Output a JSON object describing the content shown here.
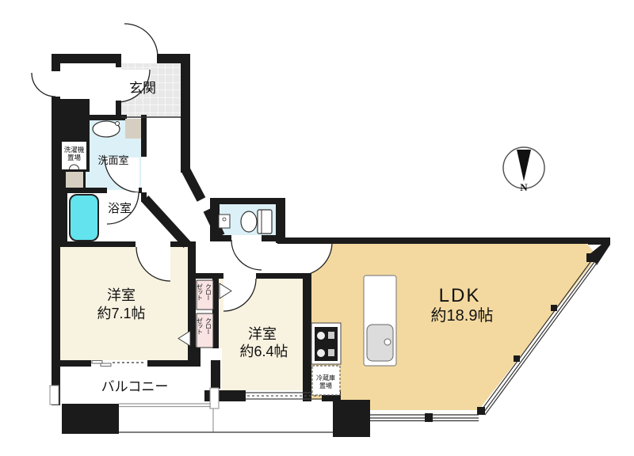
{
  "plan": {
    "type": "floor-plan",
    "rooms": {
      "genkan": {
        "label": "玄関"
      },
      "washroom": {
        "label": "洗面室"
      },
      "laundry": {
        "line1": "洗濯機",
        "line2": "置場"
      },
      "bath": {
        "label": "浴室"
      },
      "bedroom1": {
        "label": "洋室",
        "size": "約7.1帖"
      },
      "bedroom2": {
        "label": "洋室",
        "size": "約6.4帖"
      },
      "ldk": {
        "label": "LDK",
        "size": "約18.9帖"
      },
      "balcony": {
        "label": "バルコニー"
      },
      "closet_upper": {
        "col1": "クロー",
        "col2": "ゼット"
      },
      "closet_lower": {
        "col1": "クロー",
        "col2": "ゼット"
      },
      "fridge": {
        "line1": "冷蔵庫",
        "line2": "置場"
      }
    },
    "compass": {
      "north": "N"
    },
    "colors": {
      "wall": "#1b1b1b",
      "room_cream": "#F8F2E0",
      "ldk_tan": "#F3D9A0",
      "wet_blue": "#DCF1F7",
      "tub_cyan": "#63E3EE",
      "closet_pink": "#F9E3E3",
      "tile_gray": "#E8E8E8",
      "counter_taupe": "#D7CEC2"
    }
  }
}
